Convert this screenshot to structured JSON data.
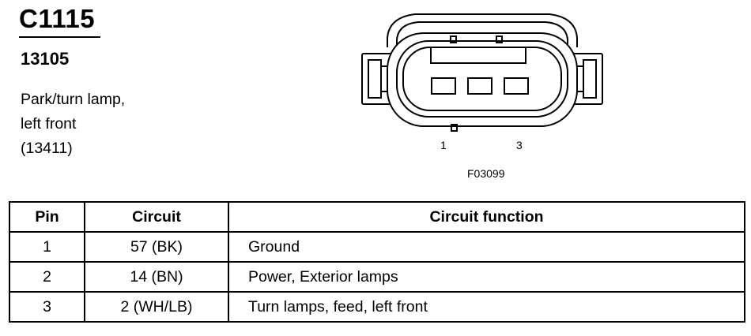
{
  "header": {
    "connector_id": "C1115",
    "part_number": "13105",
    "description": [
      "Park/turn lamp,",
      "left front",
      "(13411)"
    ]
  },
  "diagram": {
    "pin_labels": [
      "1",
      "3"
    ],
    "figure_id": "F03099"
  },
  "table": {
    "columns": [
      "Pin",
      "Circuit",
      "Circuit function"
    ],
    "rows": [
      {
        "pin": "1",
        "circuit": "57 (BK)",
        "function": "Ground"
      },
      {
        "pin": "2",
        "circuit": "14 (BN)",
        "function": "Power, Exterior lamps"
      },
      {
        "pin": "3",
        "circuit": "2 (WH/LB)",
        "function": "Turn lamps, feed, left front"
      }
    ]
  }
}
